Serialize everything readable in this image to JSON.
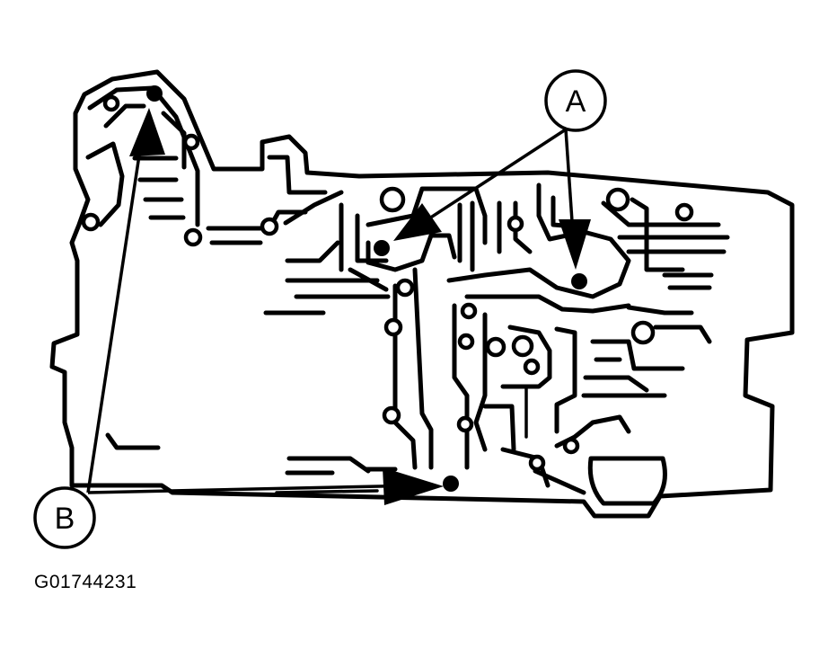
{
  "callouts": {
    "a": {
      "label": "A"
    },
    "b": {
      "label": "B"
    }
  },
  "figure_id": "G01744231",
  "colors": {
    "ink": "#000000",
    "paper": "#ffffff"
  }
}
